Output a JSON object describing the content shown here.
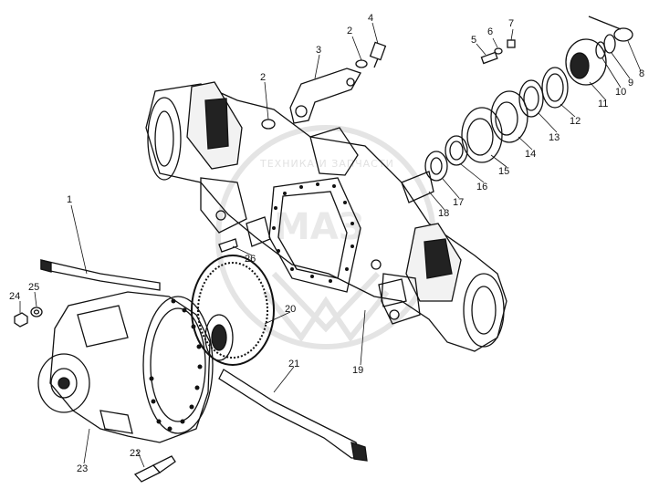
{
  "watermark": {
    "text": "ТЕХНИКА И ЗАПЧАСТИ",
    "logo_letters": "МАЗ"
  },
  "diagram": {
    "callouts": [
      "1",
      "2",
      "2",
      "3",
      "4",
      "5",
      "6",
      "7",
      "8",
      "9",
      "10",
      "11",
      "12",
      "13",
      "14",
      "15",
      "16",
      "17",
      "18",
      "19",
      "20",
      "21",
      "22",
      "23",
      "24",
      "25",
      "26"
    ]
  }
}
